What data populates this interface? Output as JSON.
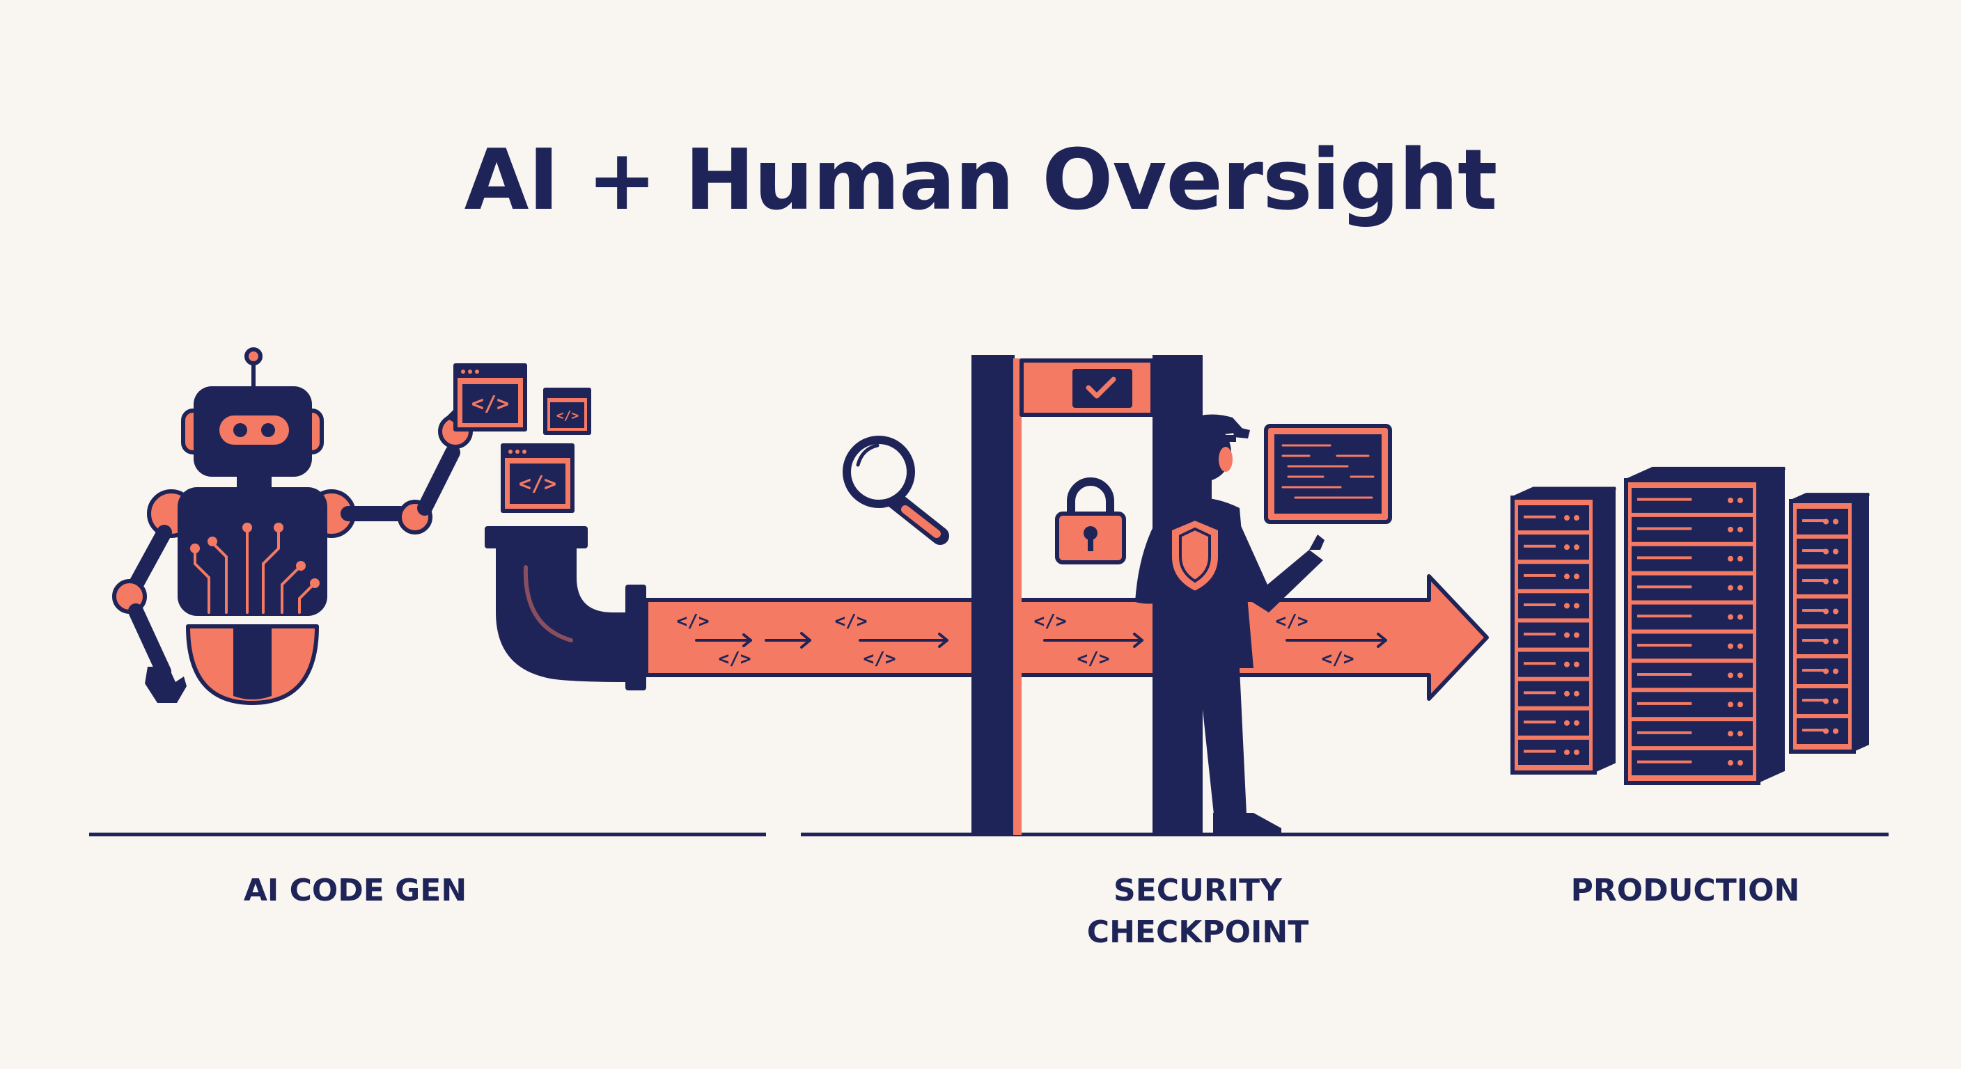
{
  "title": "AI + Human Oversight",
  "stages": [
    {
      "id": "ai-code-gen",
      "label_lines": [
        "AI CODE GEN"
      ]
    },
    {
      "id": "security-checkpoint",
      "label_lines": [
        "SECURITY",
        "CHECKPOINT"
      ]
    },
    {
      "id": "production",
      "label_lines": [
        "PRODUCTION"
      ]
    }
  ],
  "code_glyph": "</>",
  "icons": [
    "robot-icon",
    "code-window-icon",
    "pipe-icon",
    "magnifier-icon",
    "lock-icon",
    "checkmark-icon",
    "security-guard-icon",
    "shield-icon",
    "code-screen-icon",
    "server-rack-icon",
    "arrow-icon"
  ],
  "colors": {
    "navy": "#1f2458",
    "coral": "#f47a63",
    "background": "#f9f6f1"
  }
}
